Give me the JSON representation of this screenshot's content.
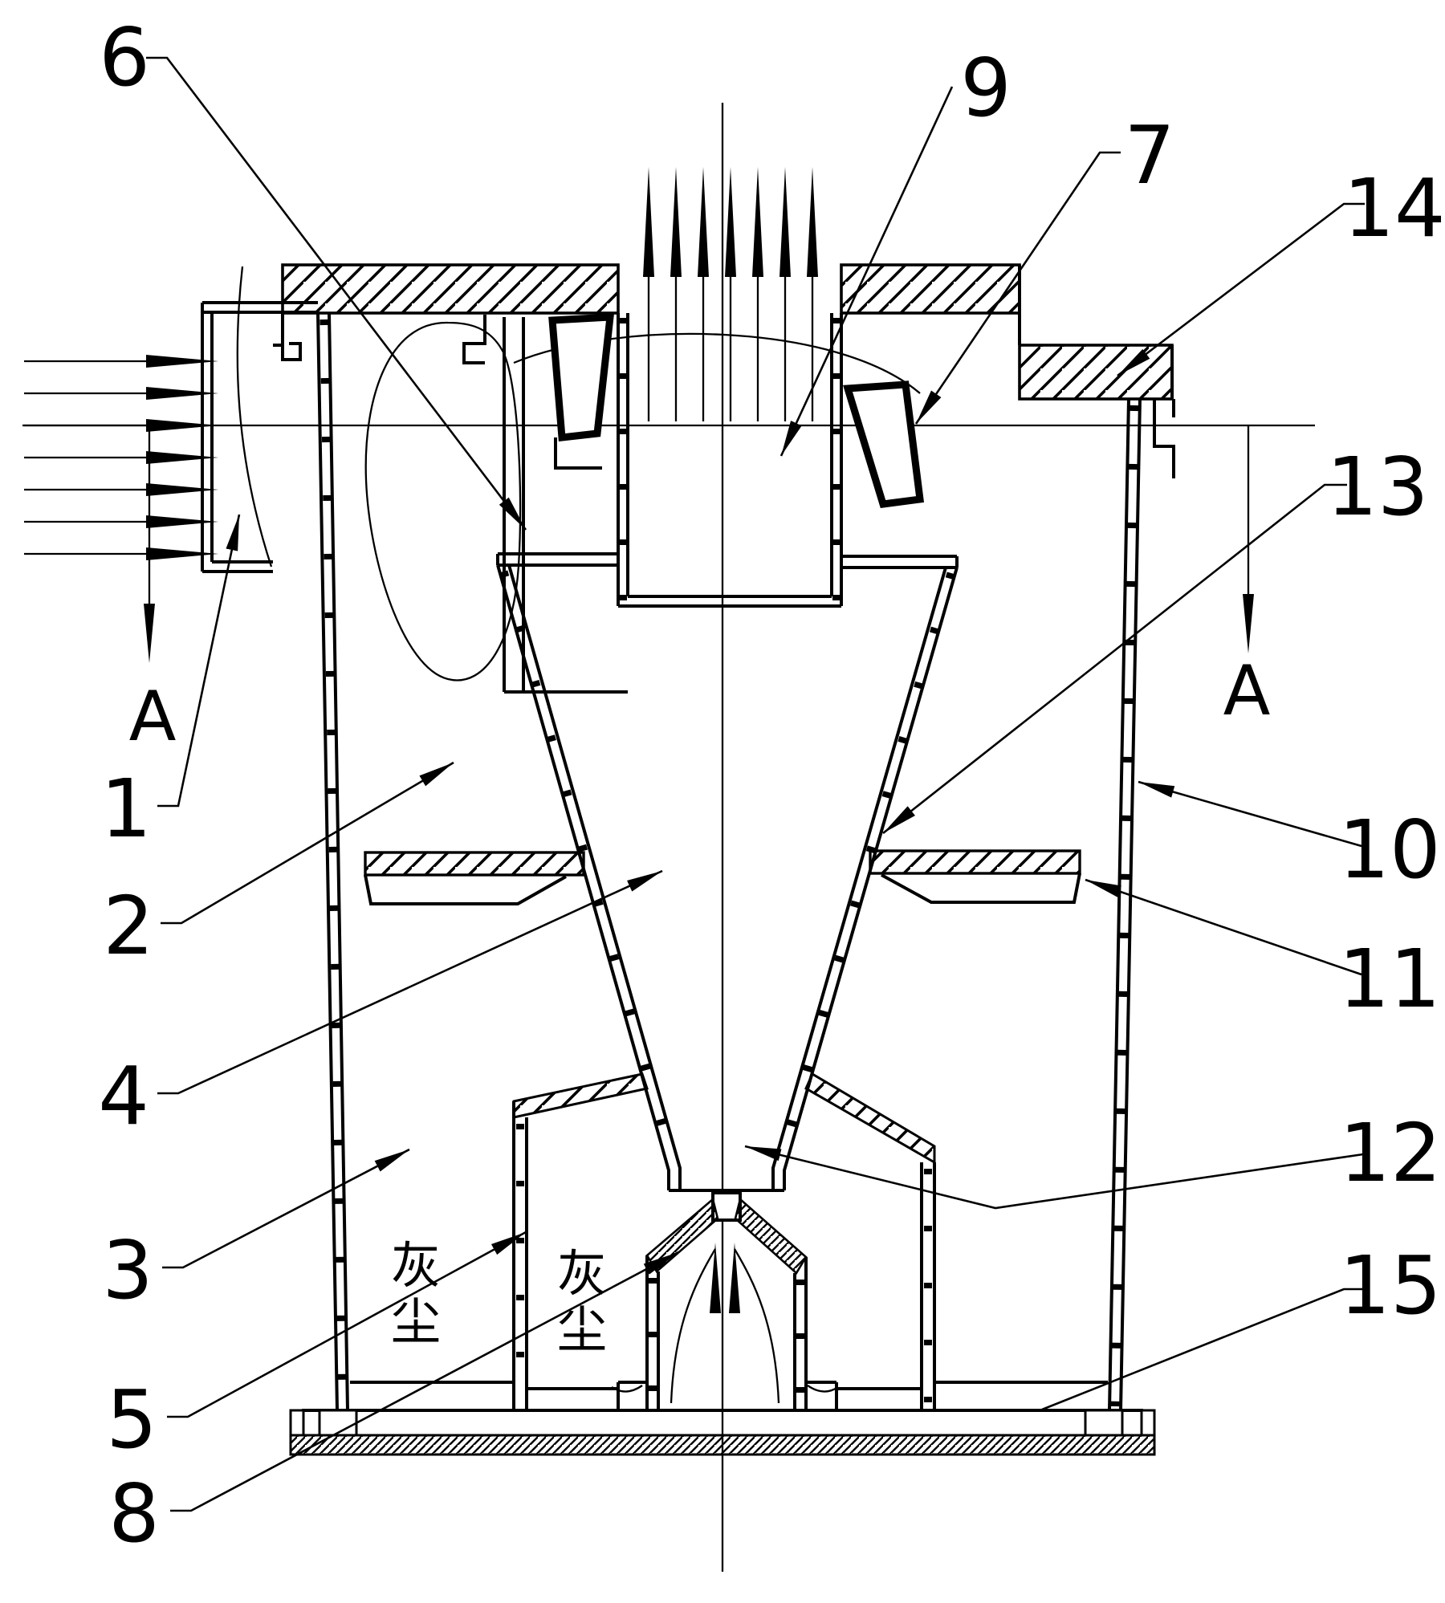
{
  "colors": {
    "ink": "#000000",
    "paper": "#ffffff"
  },
  "part_labels": {
    "n1": "1",
    "n2": "2",
    "n3": "3",
    "n4": "4",
    "n5": "5",
    "n6": "6",
    "n7": "7",
    "n8": "8",
    "n9": "9",
    "n10": "10",
    "n11": "11",
    "n12": "12",
    "n13": "13",
    "n14": "14",
    "n15": "15"
  },
  "section_markers": {
    "left": "A",
    "right": "A"
  },
  "dust_labels": {
    "left": {
      "top": "灰",
      "bottom": "尘"
    },
    "right": {
      "top": "灰",
      "bottom": "尘"
    }
  }
}
